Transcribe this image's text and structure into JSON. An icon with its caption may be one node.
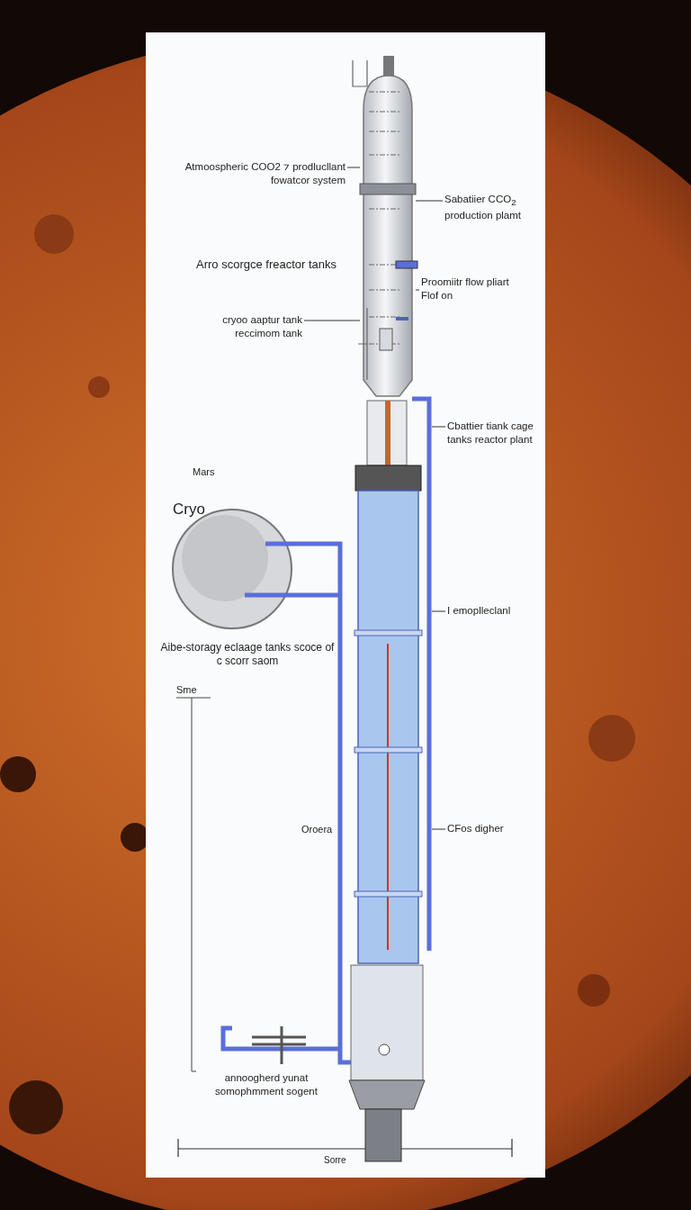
{
  "diagram": {
    "nodes": [
      {
        "text": [],
        "shape": "picture"
      },
      {
        "text": [],
        "shape": "picture"
      },
      {
        "text": [],
        "shape": "bar"
      },
      {
        "text": [
          "Atmoospheric COO2 ⁊ prodlucllant fowatcor system"
        ]
      },
      {
        "text": [
          "Sabatiier CCO$_{2}$ production plamt"
        ]
      },
      {
        "text": [
          "Proomiitr flow pliart Flof on"
        ]
      },
      {
        "text": [
          "cryoo aaptur tank reccimom tank"
        ]
      },
      {
        "text": [
          "Cbattier tiank cage tanks reactor plant"
        ]
      },
      {
        "text": [
          "I emoplleclanl"
        ]
      },
      {
        "text": [
          "CFos digher"
        ]
      }
    ],
    "edges": [
      {
        "from": 3,
        "to": 0,
        "arrow": "none"
      },
      {
        "from": 4,
        "to": 0,
        "arrow": "none"
      },
      {
        "from": 5,
        "to": 0,
        "arrow": "none"
      },
      {
        "from": 6,
        "to": 0,
        "arrow": "none"
      },
      {
        "from": 7,
        "to": 2,
        "arrow": "none"
      },
      {
        "from": 8,
        "to": 2,
        "arrow": "none"
      },
      {
        "from": 9,
        "to": 2,
        "arrow": "none"
      }
    ],
    "labels": [
      "Arro scorgce freactor tanks",
      "Mars",
      "Cryo",
      "Aibe-storagy eclaage tanks scoce of c scorr saom",
      "Sme",
      "Oroera",
      "annoogherd yunat somophmment sogent",
      "Sorre"
    ]
  }
}
